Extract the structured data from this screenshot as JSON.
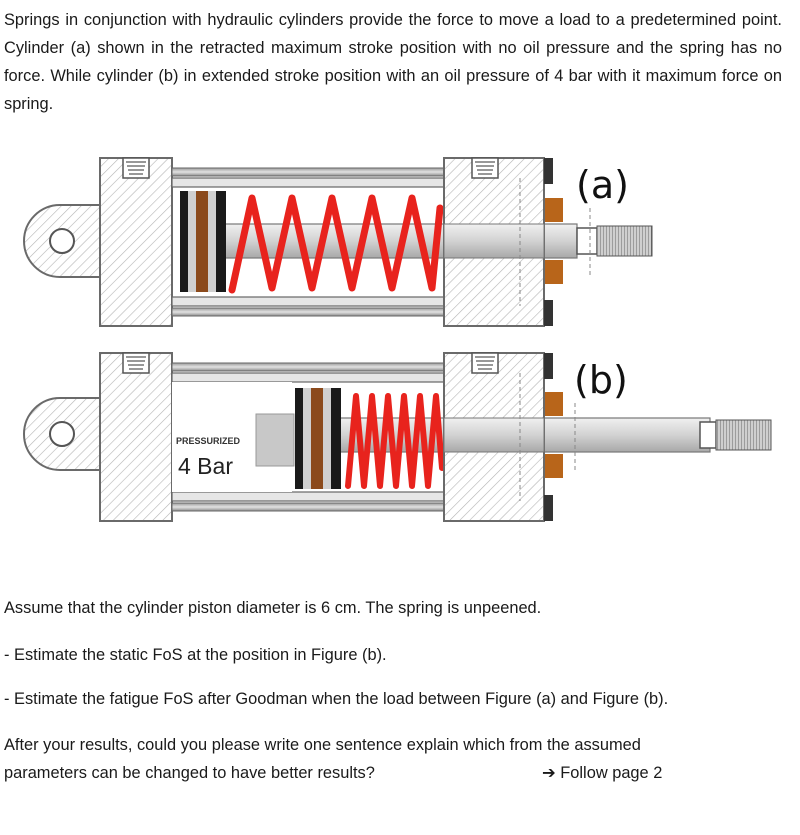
{
  "intro": "Springs in conjunction with hydraulic cylinders provide the force to move a load to a predetermined point. Cylinder (a) shown in the retracted maximum stroke position with no oil pressure and the spring has no force. While cylinder (b) in extended stroke position with an oil pressure of 4 bar with it maximum force on spring.",
  "figure": {
    "label_a": "(a)",
    "label_b": "(b)",
    "pressure_tag": "PRESSURIZED",
    "pressure_value": "4 Bar",
    "colors": {
      "spring": "#e8231d",
      "seal_brown": "#8b4a1c",
      "bronze": "#b8651a",
      "steel_light": "#d8d8d8",
      "hatch": "#b5b5b5"
    }
  },
  "assumption": "Assume that the cylinder piston diameter is 6 cm. The spring is unpeened.",
  "tasks": [
    "- Estimate the static FoS at the position in Figure (b).",
    "- Estimate the fatigue FoS after Goodman when the load between Figure (a) and Figure (b)."
  ],
  "closing_line1": "After your results, could you please write one sentence explain which from the assumed",
  "closing_line2": "parameters can be changed to have better results?",
  "follow_link": "➔ Follow page 2"
}
